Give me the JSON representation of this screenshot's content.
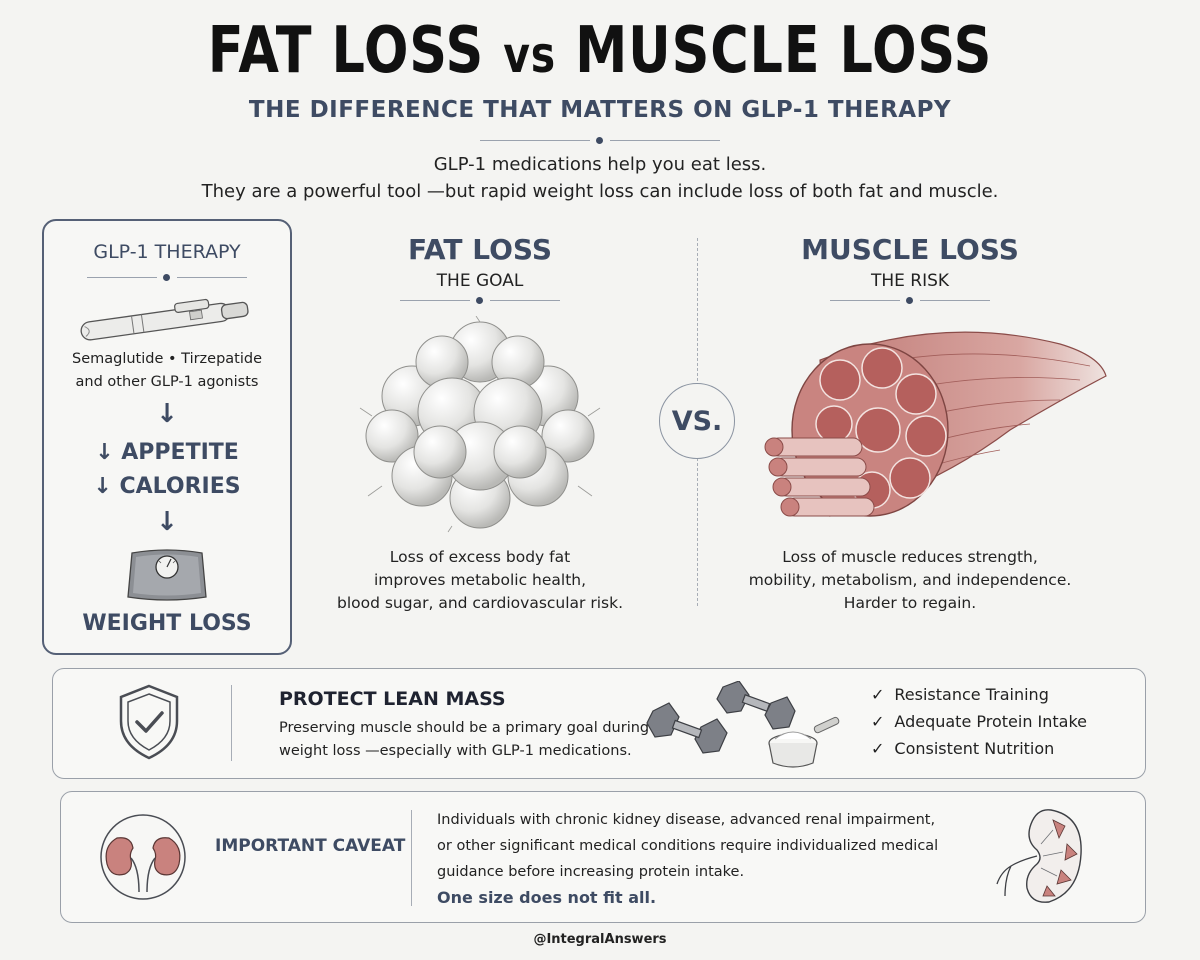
{
  "header": {
    "title_part1": "FAT LOSS ",
    "title_vs": "vs",
    "title_part2": " MUSCLE LOSS",
    "subtitle": "THE DIFFERENCE THAT MATTERS ON GLP-1 THERAPY",
    "intro_line1": "GLP-1 medications help you eat less.",
    "intro_line2": "They are a powerful tool —but rapid weight loss can include loss of both fat and muscle."
  },
  "therapy_card": {
    "title": "GLP-1 THERAPY",
    "icon": "injection-pen-icon",
    "drugs_line1": "Semaglutide • Tirzepatide",
    "drugs_line2": "and other GLP-1 agonists",
    "arrow": "↓",
    "effect1": "↓ APPETITE",
    "effect2": "↓ CALORIES",
    "scale_icon": "bathroom-scale-icon",
    "result": "WEIGHT LOSS"
  },
  "fat_loss": {
    "title": "FAT LOSS",
    "subtitle": "THE GOAL",
    "icon": "fat-cells-icon",
    "desc_line1": "Loss of excess body fat",
    "desc_line2": "improves metabolic health,",
    "desc_line3": "blood sugar, and cardiovascular risk."
  },
  "versus": {
    "label": "VS."
  },
  "muscle_loss": {
    "title": "MUSCLE LOSS",
    "subtitle": "THE RISK",
    "icon": "muscle-fibers-icon",
    "desc_line1": "Loss of muscle reduces strength,",
    "desc_line2": "mobility, metabolism, and independence.",
    "desc_line3": "Harder to regain."
  },
  "protect": {
    "icon": "shield-check-icon",
    "title": "PROTECT LEAN MASS",
    "text_line1": "Preserving muscle should be a primary goal during",
    "text_line2": "weight loss —especially with GLP-1 medications.",
    "equipment_icon": "dumbbells-protein-scoop-icon",
    "checks": [
      "Resistance Training",
      "Adequate Protein Intake",
      "Consistent Nutrition"
    ],
    "check_mark": "✓"
  },
  "caveat": {
    "icon": "kidneys-icon",
    "title": "IMPORTANT CAVEAT",
    "text_line1": "Individuals with chronic kidney disease, advanced renal impairment,",
    "text_line2": "or other significant medical conditions require individualized medical",
    "text_line3": "guidance before increasing protein intake.",
    "emphasis": "One size does not fit all.",
    "detail_icon": "kidney-cross-section-icon"
  },
  "footer": {
    "handle": "@IntegralAnswers"
  },
  "colors": {
    "navy": "#3e4b63",
    "background": "#f4f4f2",
    "muscle": "#b86a68",
    "fat": "#e9e9e7"
  }
}
